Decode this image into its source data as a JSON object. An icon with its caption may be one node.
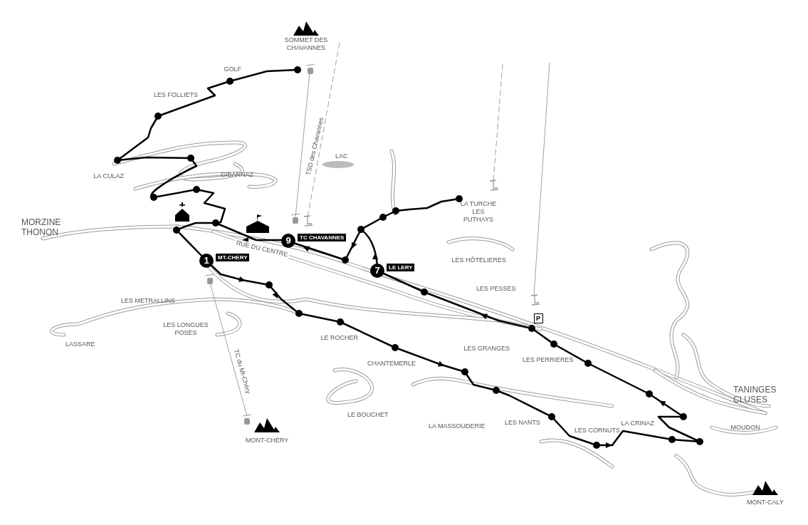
{
  "diagram": {
    "nodes": [
      {
        "text": [
          "1"
        ],
        "beside": [
          "MT-CHERY"
        ]
      },
      {
        "text": [
          "9"
        ],
        "beside": [
          "TC CHAVANNES"
        ]
      },
      {
        "text": [
          "7"
        ],
        "beside": [
          "LE LERY"
        ]
      }
    ],
    "labels": [
      "SOMMET DES CHAVANNES",
      "GOLF",
      "LES FOLLIETS",
      "LA CULAZ",
      "GIBANNAZ",
      "LAC",
      "TSD des Chavannes",
      "MORZINE THONON",
      "RUE DU CENTRE",
      "LA TURCHE LES PUTHAYS",
      "LES HÔTELIERES",
      "LES PESSES",
      "P",
      "LES METRALLINS",
      "LES LONGUES POSES",
      "LASSARE",
      "LE ROCHER",
      "CHANTEMERLE",
      "LES GRANGES",
      "LES PERRIERES",
      "TC du Mt-Chéry",
      "LE BOUCHET",
      "LA MASSOUDERIE",
      "LES NANTS",
      "LES CORNUTS",
      "LA CRINAZ",
      "TANINGES CLUSES",
      "MOUDON",
      "MONT-CHÉRY",
      "MONT-CALY"
    ]
  }
}
